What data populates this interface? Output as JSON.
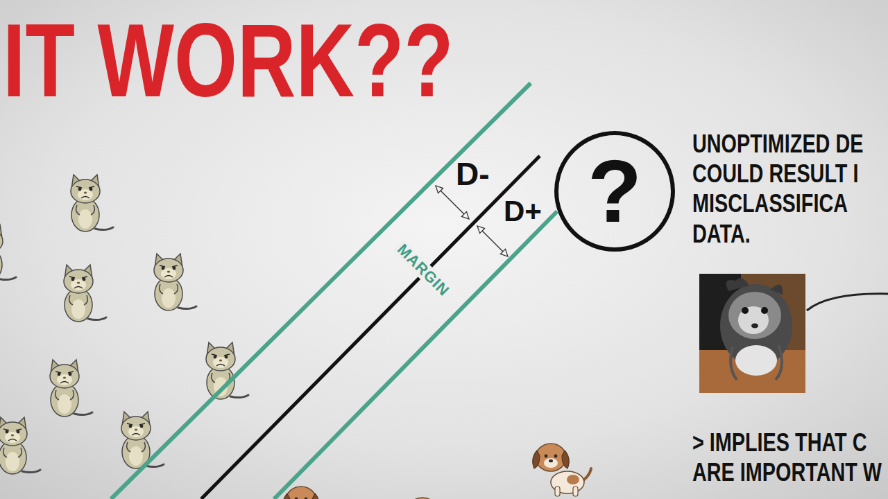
{
  "diagram": {
    "title": "IT WORK??",
    "nodes": [
      {
        "text": [
          "?"
        ]
      }
    ],
    "labels": [
      "D-",
      "D+",
      "MARGIN",
      "UNOPTIMIZED DE COULD RESULT I MISCLASSIFICA DATA.",
      "> IMPLIES THAT C ARE IMPORTANT W"
    ]
  }
}
